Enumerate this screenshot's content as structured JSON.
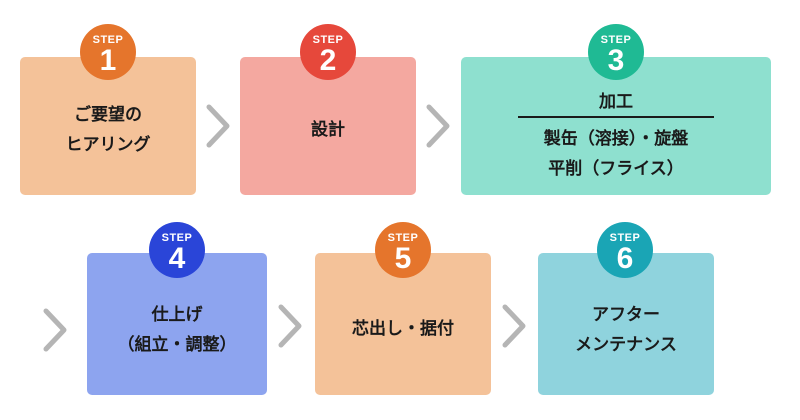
{
  "steps": [
    {
      "step": "STEP",
      "number": "1",
      "lines": [
        "ご要望の",
        "ヒアリング"
      ],
      "card_color": "#f4c299",
      "badge_color": "#e5752c"
    },
    {
      "step": "STEP",
      "number": "2",
      "lines": [
        "設計"
      ],
      "card_color": "#f4a8a0",
      "badge_color": "#e6483b"
    },
    {
      "step": "STEP",
      "number": "3",
      "title": "加工",
      "lines": [
        "製缶（溶接）・旋盤",
        "平削（フライス）"
      ],
      "card_color": "#8ee0cf",
      "badge_color": "#1fba94"
    },
    {
      "step": "STEP",
      "number": "4",
      "lines": [
        "仕上げ",
        "（組立・調整）"
      ],
      "card_color": "#8da4ef",
      "badge_color": "#2a45d8"
    },
    {
      "step": "STEP",
      "number": "5",
      "lines": [
        "芯出し・据付"
      ],
      "card_color": "#f4c299",
      "badge_color": "#e5752c"
    },
    {
      "step": "STEP",
      "number": "6",
      "lines": [
        "アフター",
        "メンテナンス"
      ],
      "card_color": "#8fd3dd",
      "badge_color": "#1aa5b5"
    }
  ],
  "arrow_color": "#b5b5b5"
}
